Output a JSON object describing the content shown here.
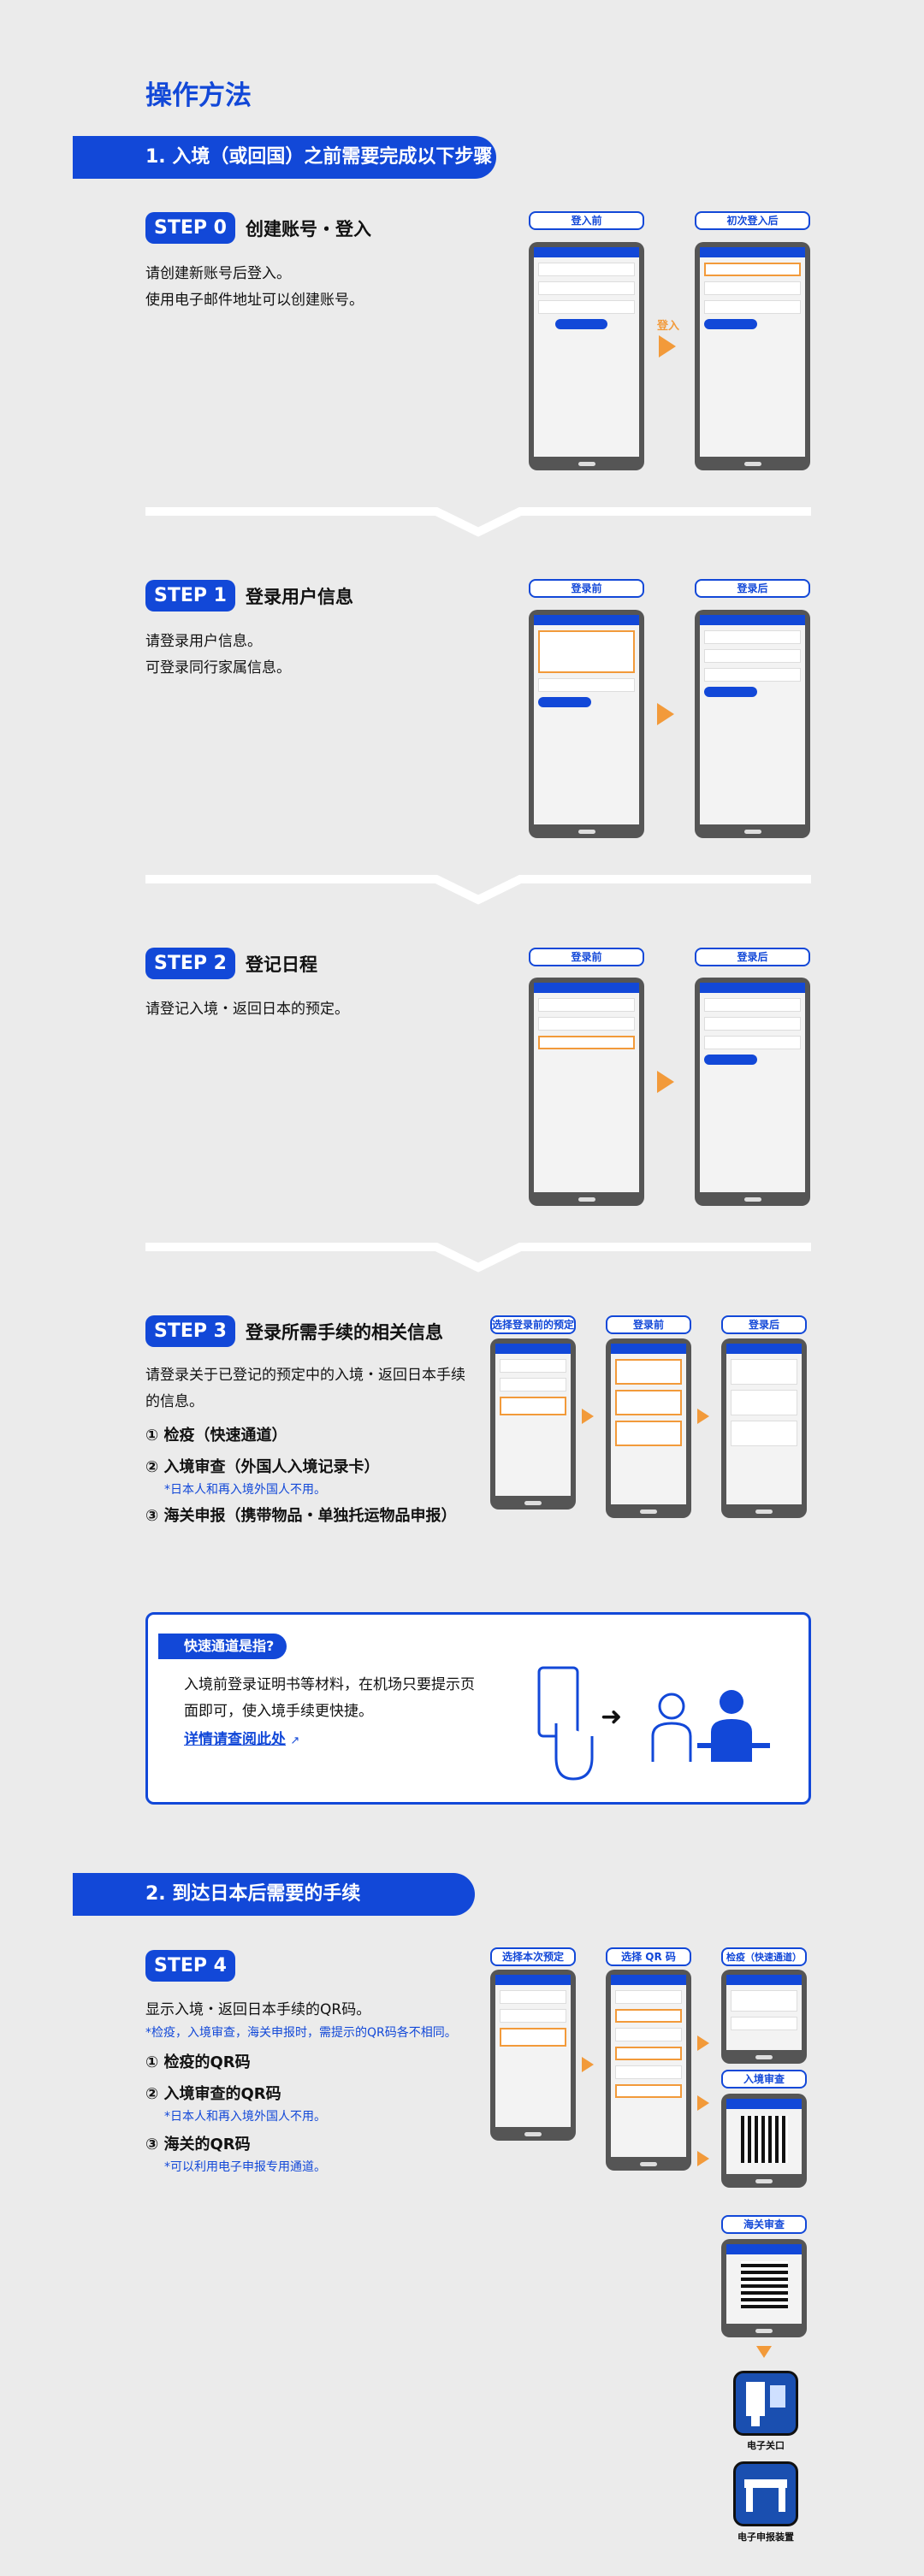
{
  "page_title": "操作方法",
  "section1": {
    "title": "1. 入境（或回国）之前需要完成以下步骤"
  },
  "step0": {
    "badge": "STEP 0",
    "title": "创建账号・登入",
    "text1": "请创建新账号后登入。",
    "text2": "使用电子邮件地址可以创建账号。",
    "label_before": "登入前",
    "label_after": "初次登入后",
    "arrow_label": "登入"
  },
  "step1": {
    "badge": "STEP 1",
    "title": "登录用户信息",
    "text1": "请登录用户信息。",
    "text2": "可登录同行家属信息。",
    "label_before": "登录前",
    "label_after": "登录后"
  },
  "step2": {
    "badge": "STEP 2",
    "title": "登记日程",
    "text1": "请登记入境・返回日本的预定。",
    "label_before": "登录前",
    "label_after": "登录后"
  },
  "step3": {
    "badge": "STEP 3",
    "title": "登录所需手续的相关信息",
    "text": "请登录关于已登记的预定中的入境・返回日本手续的信息。",
    "item1": "① 检疫（快速通道）",
    "item2": "② 入境审查（外国人入境记录卡）",
    "note2": "*日本人和再入境外国人不用。",
    "item3": "③ 海关申报（携带物品・单独托运物品申报）",
    "label_select": "选择登录前的预定",
    "label_before": "登录前",
    "label_after": "登录后"
  },
  "fasttrack": {
    "label": "快速通道是指?",
    "text": "入境前登录证明书等材料，在机场只要提示页面即可，使入境手续更快捷。",
    "link": "详情请查阅此处"
  },
  "section2": {
    "title": "2. 到达日本后需要的手续"
  },
  "step4": {
    "badge": "STEP 4",
    "text": "显示入境・返回日本手续的QR码。",
    "note": "*检疫，入境审查，海关申报时，需提示的QR码各不相同。",
    "item1": "① 检疫的QR码",
    "item2": "② 入境审查的QR码",
    "note2": "*日本人和再入境外国人不用。",
    "item3": "③ 海关的QR码",
    "note3": "*可以利用电子申报专用通道。",
    "label_select": "选择本次预定",
    "label_qr": "选择 QR 码",
    "label_quarantine": "检疫（快速通道）",
    "label_immigration": "入境审查",
    "label_customs": "海关审查",
    "kiosk1": "电子关口",
    "kiosk2": "电子申报装置"
  }
}
